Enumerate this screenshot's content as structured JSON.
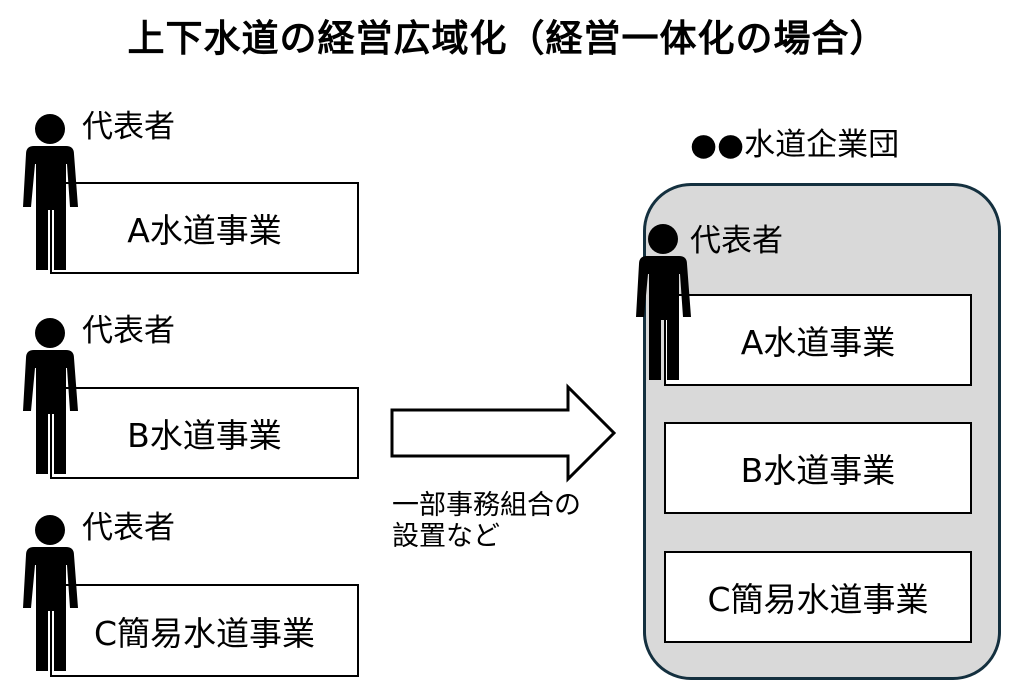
{
  "title": "上下水道の経営広域化（経営一体化の場合）",
  "left_units": [
    {
      "representative": "代表者",
      "utility": "A水道事業"
    },
    {
      "representative": "代表者",
      "utility": "B水道事業"
    },
    {
      "representative": "代表者",
      "utility": "C簡易水道事業"
    }
  ],
  "arrow_note": [
    "一部事務組合の",
    "設置など"
  ],
  "group": {
    "name": "●●水道企業団",
    "representative": "代表者",
    "utilities": [
      "A水道事業",
      "B水道事業",
      "C簡易水道事業"
    ]
  },
  "colors": {
    "group_fill": "#d9d9d9",
    "group_border": "#14303f",
    "ink": "#000000"
  }
}
